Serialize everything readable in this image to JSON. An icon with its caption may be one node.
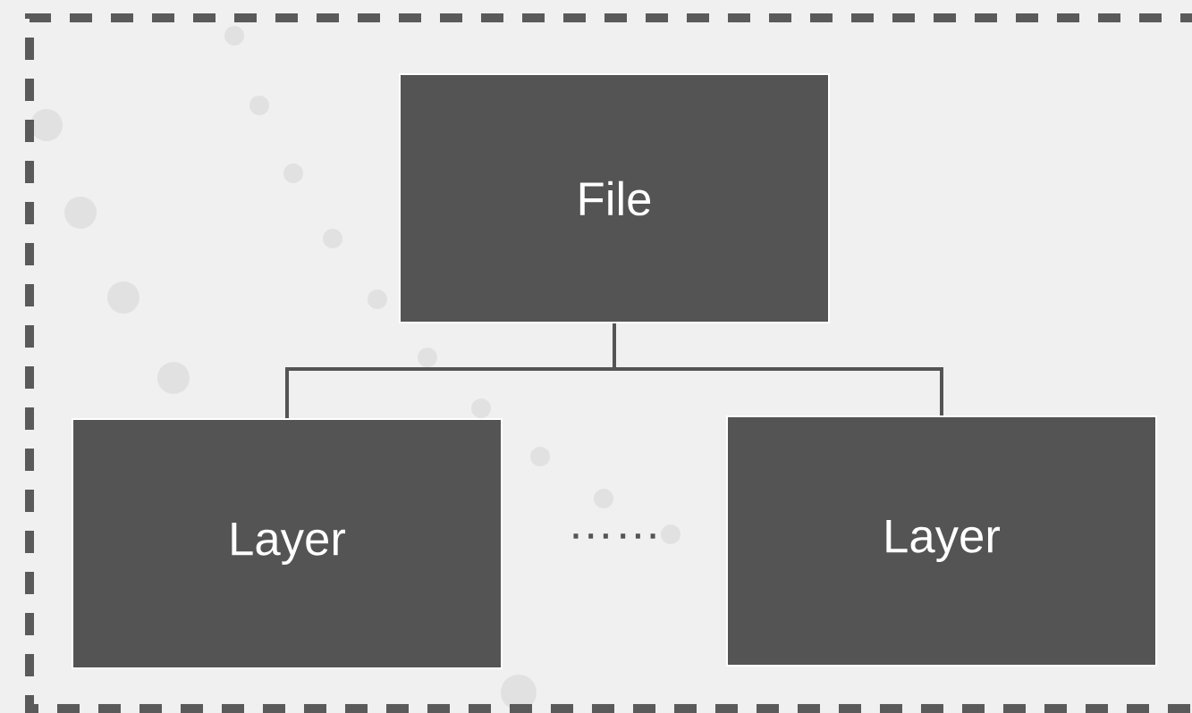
{
  "diagram": {
    "nodes": [
      {
        "text": [
          "File"
        ]
      },
      {
        "text": [
          "Layer"
        ]
      },
      {
        "text": [
          "Layer"
        ]
      }
    ],
    "edges": [
      {
        "from": 0,
        "to": 1,
        "arrow": "none"
      },
      {
        "from": 0,
        "to": 2,
        "arrow": "none"
      }
    ],
    "labels": [
      "……"
    ]
  }
}
